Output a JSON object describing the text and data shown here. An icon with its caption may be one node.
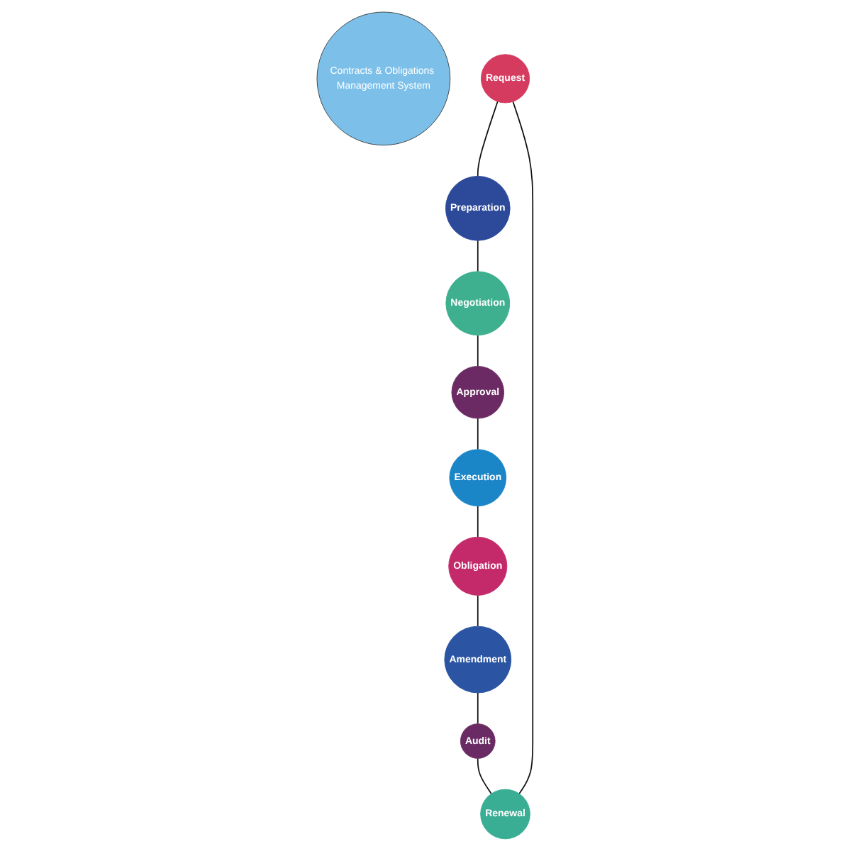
{
  "diagram": {
    "nodes": [
      {
        "text": [
          "Contracts & Obligations Management System"
        ]
      },
      {
        "text": [
          "Request"
        ]
      },
      {
        "text": [
          "Preparation"
        ]
      },
      {
        "text": [
          "Negotiation"
        ]
      },
      {
        "text": [
          "Approval"
        ]
      },
      {
        "text": [
          "Execution"
        ]
      },
      {
        "text": [
          "Obligation"
        ]
      },
      {
        "text": [
          "Amendment"
        ]
      },
      {
        "text": [
          "Audit"
        ]
      },
      {
        "text": [
          "Renewal"
        ]
      }
    ],
    "edges": [
      {
        "from": 1,
        "to": 2,
        "arrow": "none"
      },
      {
        "from": 2,
        "to": 3,
        "arrow": "none"
      },
      {
        "from": 3,
        "to": 4,
        "arrow": "none"
      },
      {
        "from": 4,
        "to": 5,
        "arrow": "none"
      },
      {
        "from": 5,
        "to": 6,
        "arrow": "none"
      },
      {
        "from": 6,
        "to": 7,
        "arrow": "none"
      },
      {
        "from": 7,
        "to": 8,
        "arrow": "none"
      },
      {
        "from": 8,
        "to": 9,
        "arrow": "none"
      },
      {
        "from": 9,
        "to": 1,
        "arrow": "none"
      }
    ]
  }
}
